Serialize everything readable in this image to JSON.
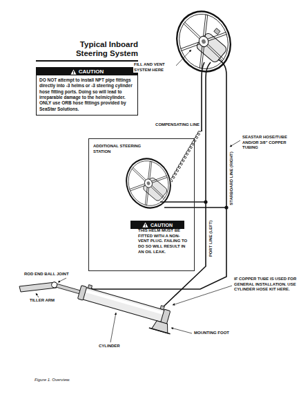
{
  "diagram": {
    "title": "Typical Inboard Steering System",
    "caption": "Figure 1. Overview.",
    "nodes": [
      {
        "text": [
          "CAUTION",
          "DO NOT attempt to install NPT pipe fittings directly into -3 helms or -3 steering cylinder hose fitting ports. Doing so will lead to irreparable damage to the helm/cylinder. ONLY use ORB hose fittings provided by SeaStar Solutions."
        ]
      },
      {
        "text": [
          "ADDITIONAL STEERING STATION"
        ]
      },
      {
        "text": [
          "CAUTION",
          "THIS HELM MUST BE FITTED WITH A NON-VENT PLUG. FAILING TO DO SO WILL RESULT IN AN OIL LEAK."
        ],
        "in": 1
      }
    ],
    "labels": [
      "FILL AND VENT SYSTEM HERE",
      "COMPENSATING LINE",
      "SEASTAR HOSE/TUBE AND/OR 3/8\" COPPER TUBING",
      "PORT LINE (LEFT)",
      "STARBOARD LINE (RIGHT)",
      "ROD END BALL JOINT",
      "IF COPPER TUBE IS USED FOR GENERAL INSTALLATION. USE CYLINDER HOSE KIT HERE.",
      "TILLER ARM",
      "MOUNTING FOOT",
      "CYLINDER"
    ]
  }
}
